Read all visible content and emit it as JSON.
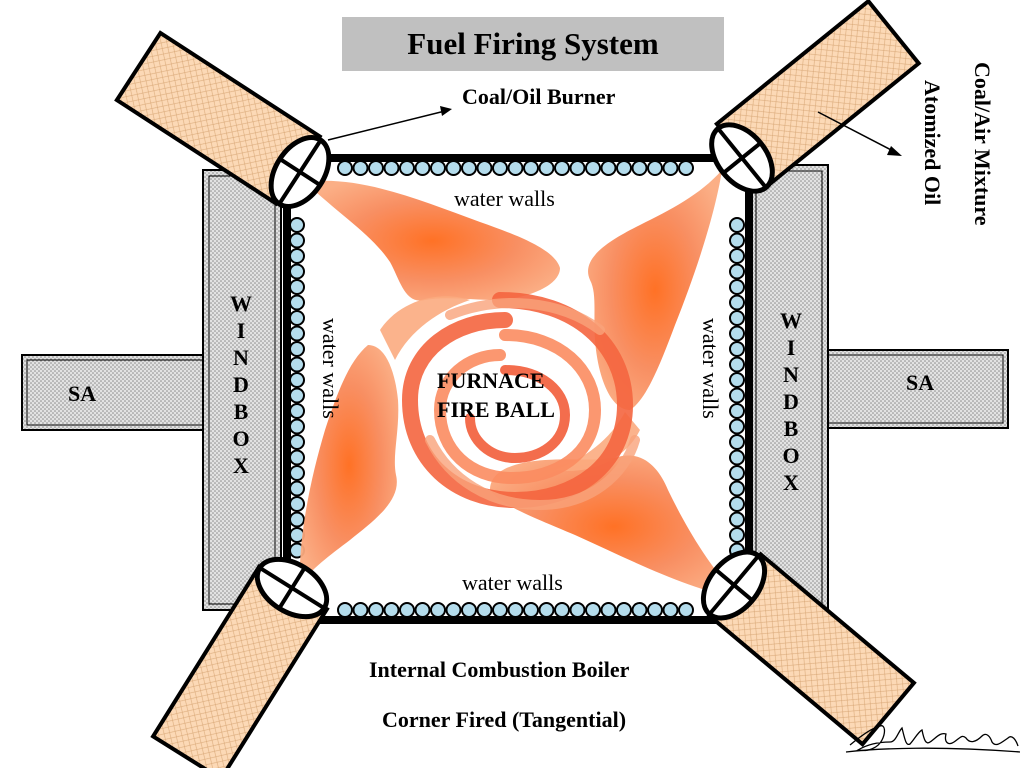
{
  "title": "Fuel Firing System",
  "labels": {
    "burner": "Coal/Oil Burner",
    "mixture": "Coal/Air Mixture",
    "atomized": "Atomized Oil",
    "water_top": "water walls",
    "water_bottom": "water walls",
    "water_left": "water walls",
    "water_right": "water walls",
    "furnace_line1": "FURNACE",
    "furnace_line2": "FIRE BALL",
    "sa_left": "SA",
    "sa_right": "SA",
    "windbox_left": [
      "W",
      "I",
      "N",
      "D",
      "B",
      "O",
      "X"
    ],
    "windbox_right": [
      "W",
      "I",
      "N",
      "D",
      "B",
      "O",
      "X"
    ],
    "caption1": "Internal Combustion Boiler",
    "caption2": "Corner Fired (Tangential)"
  },
  "signature": "AMukney",
  "colors": {
    "title_bg": "#c0c0c0",
    "burner_fill": "#fcd9b6",
    "windbox_fill": "#d4d4d4",
    "tube_fill": "#b4dcec",
    "flame_outer": "#f78a56",
    "flame_core": "#ff6a1a",
    "swirl": "#f25d3a"
  }
}
